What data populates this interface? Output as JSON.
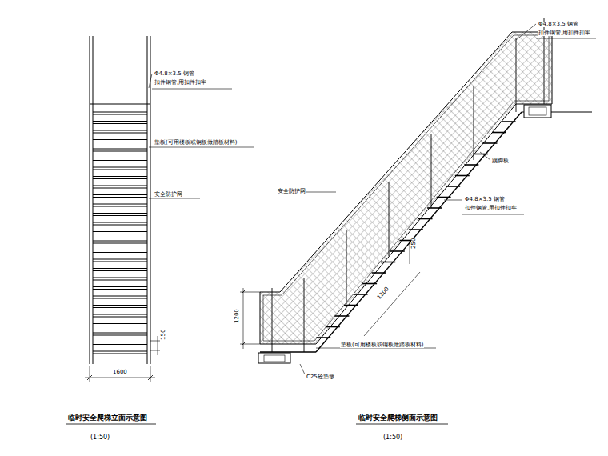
{
  "diagram": {
    "labels": [
      "Φ4.8×3.5 钢管",
      "扣件钢管,用扣件扣牢",
      "垫板(可用楼板或钢板做踏板材料)",
      "安全防护网",
      "150",
      "1600",
      "临时安全爬梯立面示意图",
      "(1:50)",
      "Φ4.8×3.5 钢管",
      "扣件钢管,用扣件扣牢",
      "安全防护网",
      "踢脚板",
      "Φ4.8×3.5 钢管",
      "扣件钢管,用扣件扣牢",
      "250",
      "1200",
      "1200",
      "垫板(可用楼板或钢板做踏板材料)",
      "C25砼垫墩",
      "临时安全爬梯侧面示意图",
      "(1:50)"
    ]
  }
}
